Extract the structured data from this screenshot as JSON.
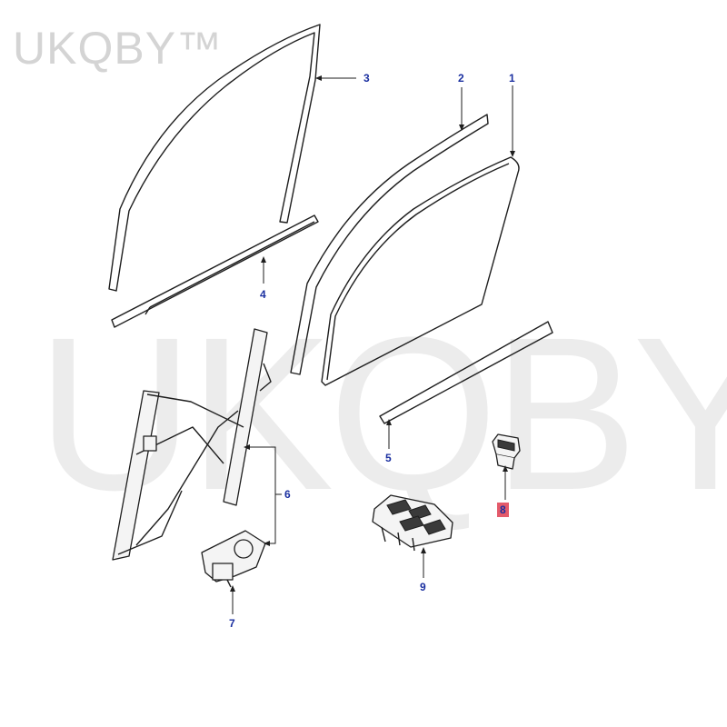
{
  "watermark": {
    "small": "UKQBY™",
    "large": "UKQBY™"
  },
  "callouts": [
    {
      "id": "1",
      "label": "1"
    },
    {
      "id": "2",
      "label": "2"
    },
    {
      "id": "3",
      "label": "3"
    },
    {
      "id": "4",
      "label": "4"
    },
    {
      "id": "5",
      "label": "5"
    },
    {
      "id": "6",
      "label": "6"
    },
    {
      "id": "7",
      "label": "7"
    },
    {
      "id": "8",
      "label": "8",
      "highlighted": true
    },
    {
      "id": "9",
      "label": "9"
    }
  ],
  "colors": {
    "callout_text": "#1a2fa0",
    "highlight": "#e45a6a",
    "line": "#1e1e1e"
  }
}
